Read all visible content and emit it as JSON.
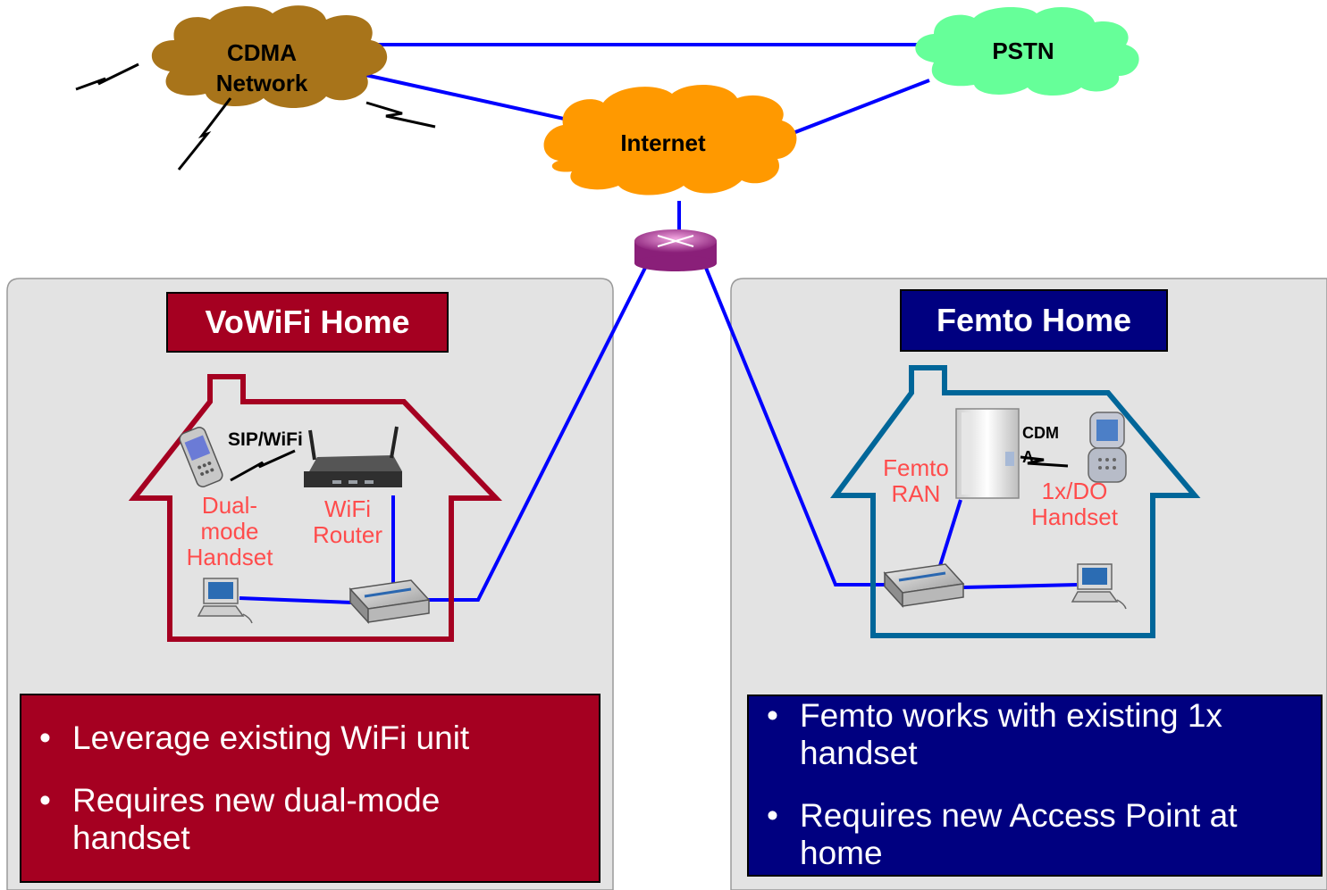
{
  "clouds": {
    "cdma": "CDMA\nNetwork",
    "pstn": "PSTN",
    "internet": "Internet"
  },
  "vowifi": {
    "title": "VoWiFi Home",
    "link_label": "SIP/WiFi",
    "handset_label": "Dual-\nmode\nHandset",
    "router_label": "WiFi\nRouter",
    "bullets": [
      "Leverage existing WiFi unit",
      "Requires new dual-mode handset"
    ],
    "color": "#a50021"
  },
  "femto": {
    "title": "Femto Home",
    "link_label": "CDM\nA",
    "ran_label": "Femto\nRAN",
    "handset_label": "1x/DO\nHandset",
    "bullets": [
      "Femto works with existing 1x handset",
      "Requires new Access Point at home"
    ],
    "color": "#000080"
  },
  "colors": {
    "link": "#0000ff",
    "panel": "#e3e3e3",
    "cdma_cloud": "#a8741a",
    "pstn_cloud": "#66ff99",
    "internet_cloud": "#ff9900",
    "vowifi_house": "#a50021",
    "femto_house": "#006699"
  }
}
